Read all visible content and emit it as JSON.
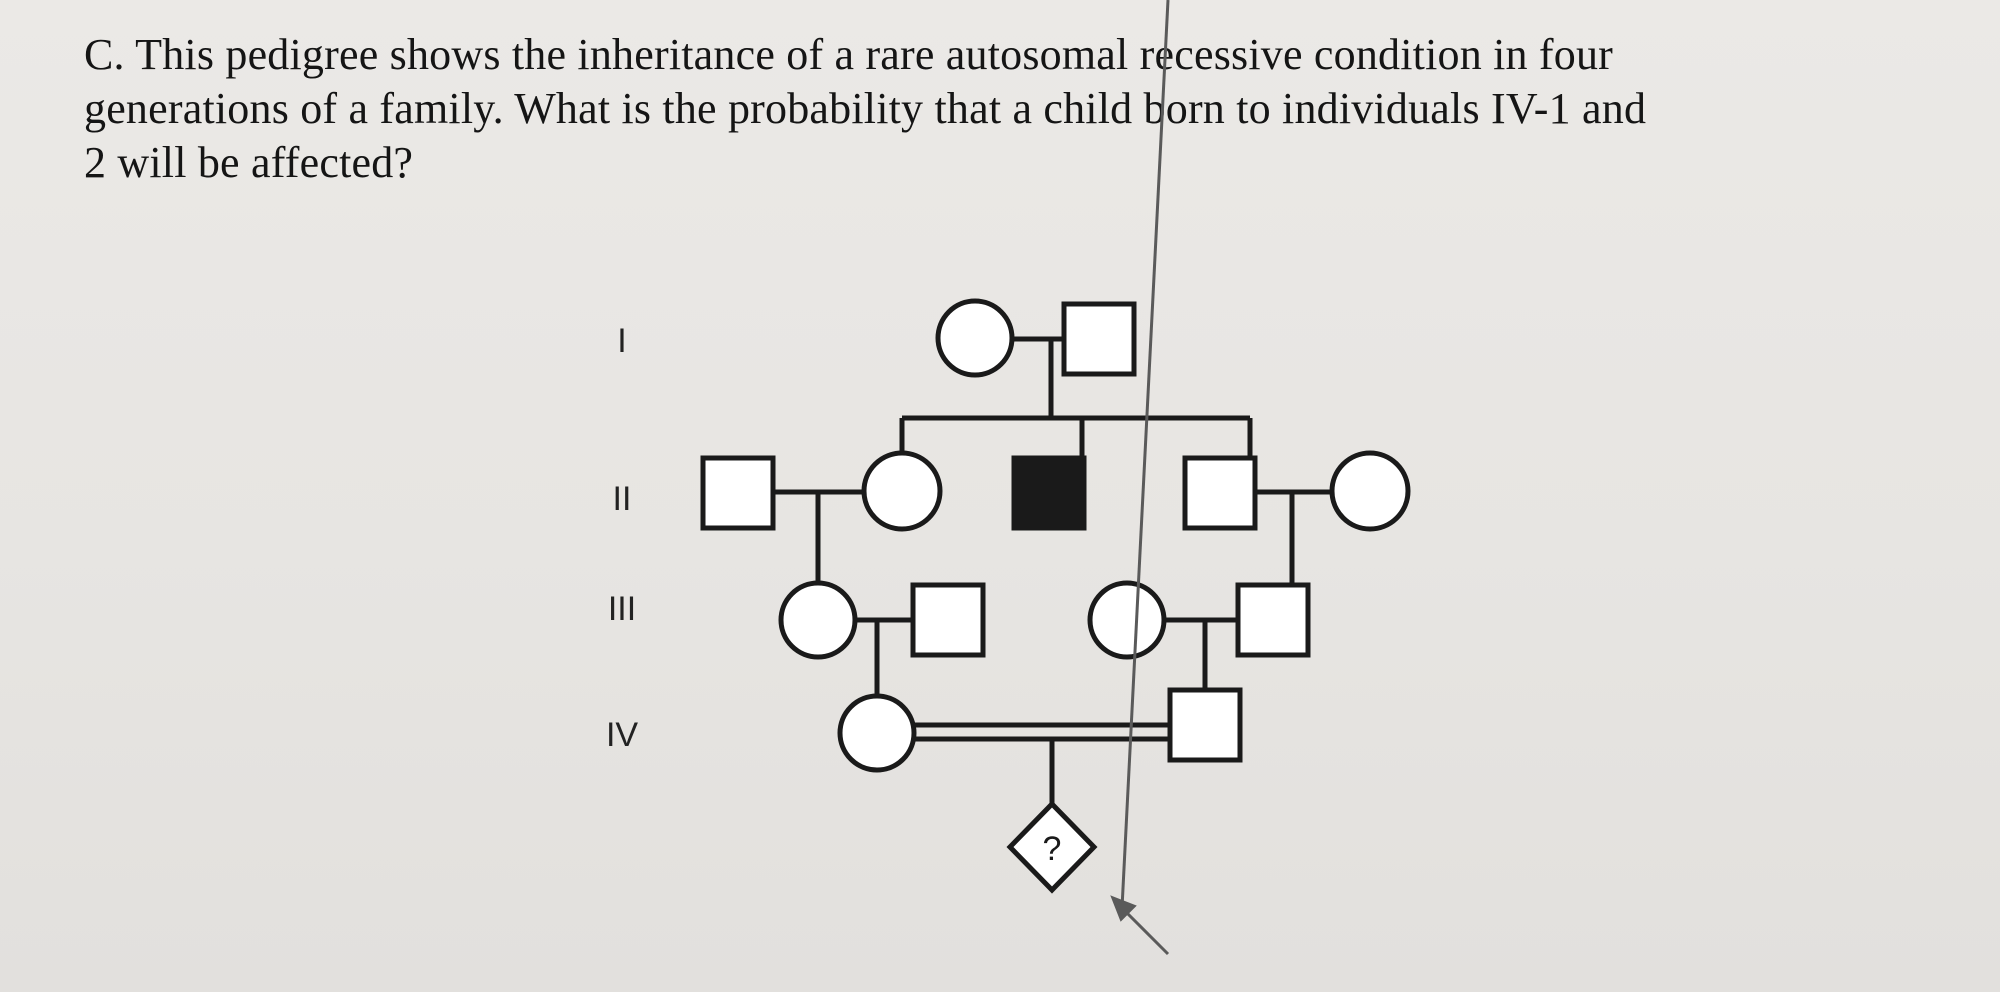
{
  "question": {
    "lines": [
      "C. This pedigree shows the inheritance of a rare autosomal recessive condition in four",
      "generations of a family.  What is the probability that a child born to individuals IV-1 and",
      "2 will be affected?"
    ]
  },
  "generations": [
    "I",
    "II",
    "III",
    "IV"
  ],
  "pedigree": {
    "unknown_child_label": "?",
    "colors": {
      "line": "#1a1a1a",
      "affected": "#1a1a1a",
      "unaffected": "#ffffff"
    }
  }
}
